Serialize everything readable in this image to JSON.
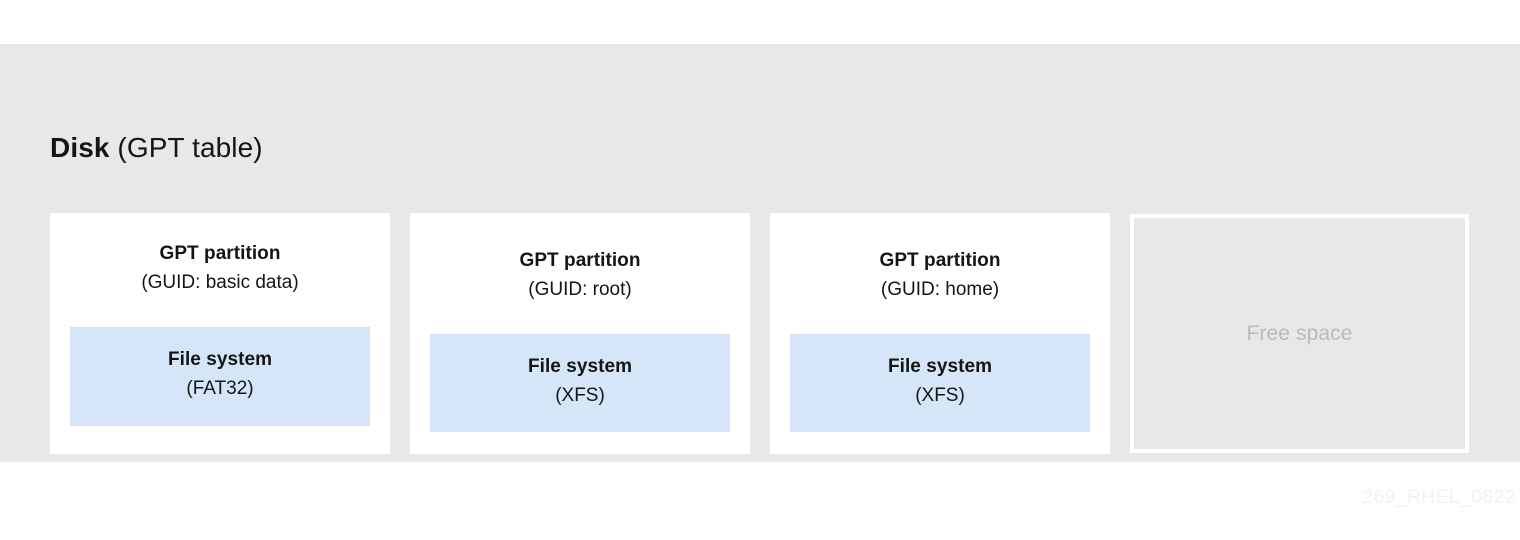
{
  "diagram": {
    "title_strong": "Disk",
    "title_light": " (GPT table)",
    "partitions": [
      {
        "head_title": "GPT partition",
        "head_sub": "(GUID: basic data)",
        "fs_title": "File system",
        "fs_sub": "(FAT32)"
      },
      {
        "head_title": "GPT partition",
        "head_sub": "(GUID: root)",
        "fs_title": "File system",
        "fs_sub": "(XFS)"
      },
      {
        "head_title": "GPT partition",
        "head_sub": "(GUID: home)",
        "fs_title": "File system",
        "fs_sub": "(XFS)"
      }
    ],
    "free_space_label": "Free space",
    "watermark": "269_RHEL_0822",
    "colors": {
      "panel_background": "#e8e8e8",
      "partition_background": "#ffffff",
      "filesystem_background": "#d4e6f7",
      "text": "#151515",
      "free_space_text": "#b8bbbe",
      "watermark_text": "#f2f2f2"
    }
  }
}
